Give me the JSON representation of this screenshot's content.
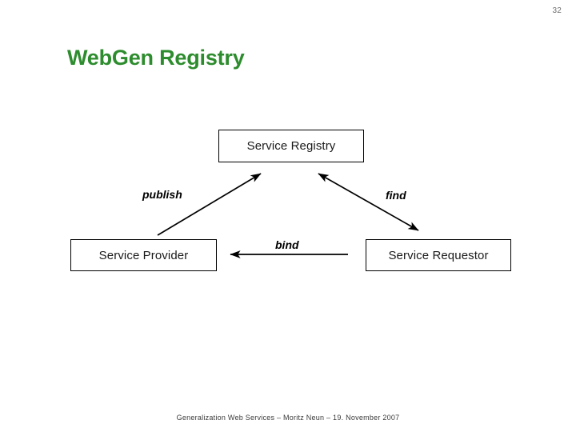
{
  "slide": {
    "page_number": "32",
    "title": "WebGen Registry",
    "title_color": "#2d8c2d",
    "background_color": "#ffffff",
    "footer": "Generalization Web Services – Moritz Neun – 19. November 2007"
  },
  "diagram": {
    "type": "service-oriented-architecture-triangle",
    "stroke_color": "#000000",
    "nodes": [
      {
        "id": "registry",
        "label": "Service Registry"
      },
      {
        "id": "provider",
        "label": "Service Provider"
      },
      {
        "id": "requestor",
        "label": "Service Requestor"
      }
    ],
    "edges": [
      {
        "id": "publish",
        "label": "publish",
        "from": "provider",
        "to": "registry",
        "arrow": "single"
      },
      {
        "id": "find",
        "label": "find",
        "from": "requestor",
        "to": "registry",
        "arrow": "double"
      },
      {
        "id": "bind",
        "label": "bind",
        "from": "requestor",
        "to": "provider",
        "arrow": "single"
      }
    ]
  }
}
